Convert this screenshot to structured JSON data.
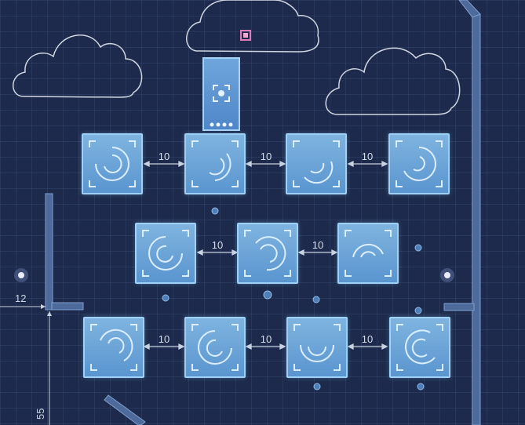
{
  "level": {
    "spacing_label": "10",
    "left_wall_offset": "12",
    "bottom_measure": "55"
  },
  "rows": [
    {
      "tiles": [
        "spiral-tile-1",
        "spiral-tile-2",
        "spiral-tile-3",
        "spiral-tile-4"
      ]
    },
    {
      "tiles": [
        "spiral-tile-5",
        "spiral-tile-6",
        "spiral-tile-7"
      ]
    },
    {
      "tiles": [
        "spiral-tile-8",
        "spiral-tile-9",
        "spiral-tile-10",
        "spiral-tile-11"
      ]
    }
  ],
  "colors": {
    "background": "#1d2a4b",
    "tile": "#6ea8dc",
    "tile_border": "#9fd0f5",
    "outline": "#c9d2e0",
    "pink_marker": "#e07ab8"
  }
}
